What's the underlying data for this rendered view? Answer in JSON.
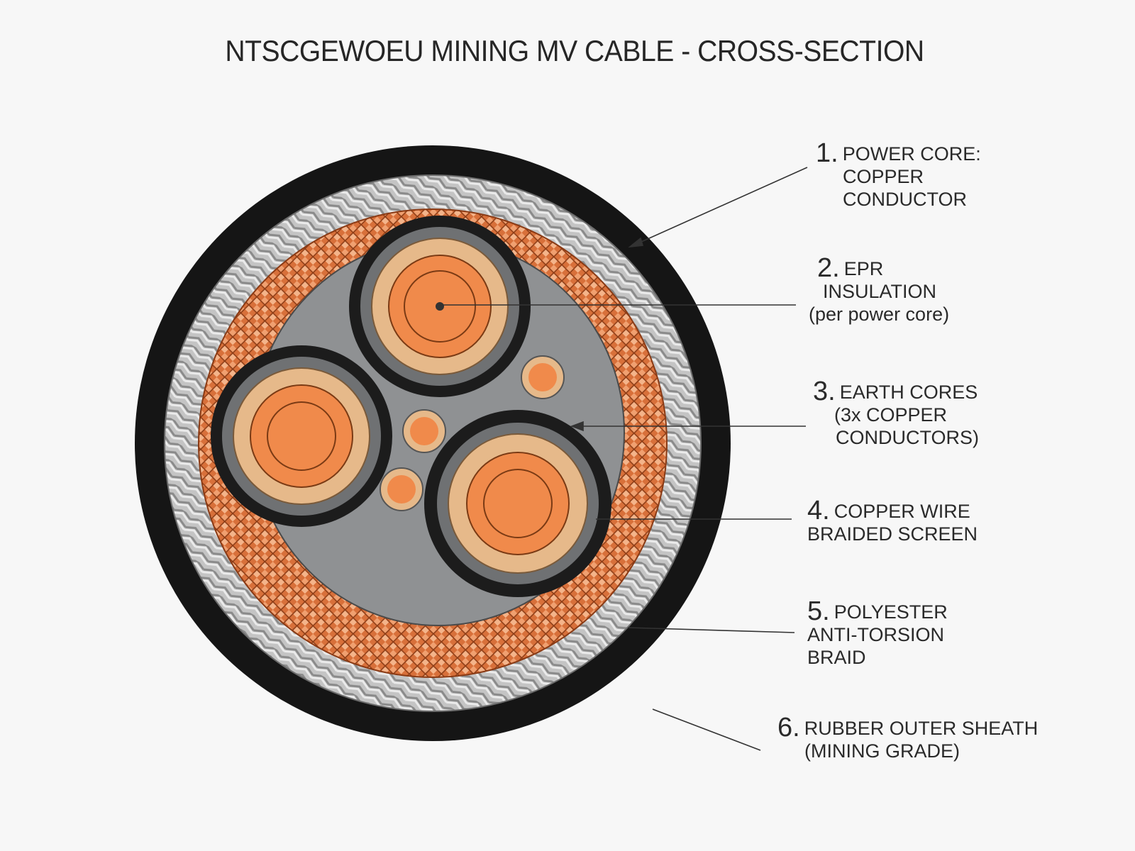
{
  "title": "NTSCGEWOEU MINING MV CABLE - CROSS-SECTION",
  "colors": {
    "background": "#f7f7f7",
    "outer_sheath": "#151515",
    "polyester_braid": "#c9c9c9",
    "copper_braid": "#d9743a",
    "filler": "#8f9193",
    "epr_insulation": "#e6b98a",
    "copper_conductor": "#f08a4b",
    "core_jacket": "#6f7173"
  },
  "diagram": {
    "power_cores": 3,
    "earth_cores": 3
  },
  "callouts": [
    {
      "number": "1.",
      "lines": [
        "POWER CORE:",
        "COPPER",
        "CONDUCTOR"
      ]
    },
    {
      "number": "2.",
      "lines": [
        "EPR",
        "INSULATION",
        "(per power core)"
      ]
    },
    {
      "number": "3.",
      "lines": [
        "EARTH CORES",
        "(3x COPPER",
        "CONDUCTORS)"
      ]
    },
    {
      "number": "4.",
      "lines": [
        "COPPER WIRE",
        "BRAIDED SCREEN"
      ]
    },
    {
      "number": "5.",
      "lines": [
        "POLYESTER",
        "ANTI-TORSION",
        "BRAID"
      ]
    },
    {
      "number": "6.",
      "lines": [
        "RUBBER OUTER SHEATH",
        "(MINING GRADE)"
      ]
    }
  ]
}
